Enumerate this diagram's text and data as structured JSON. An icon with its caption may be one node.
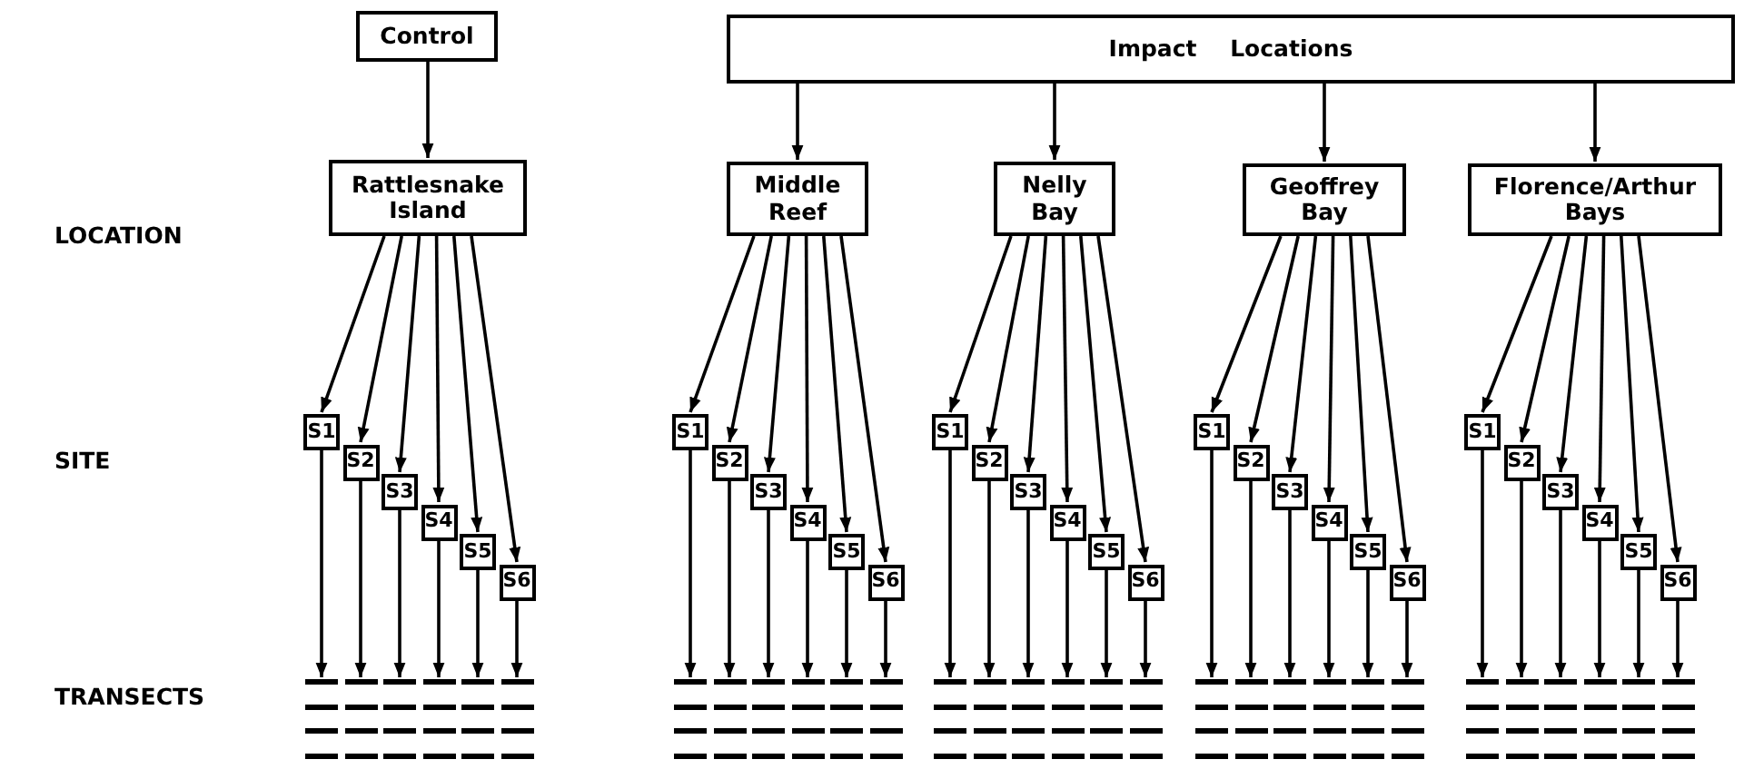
{
  "diagram": {
    "nodes": [
      {
        "text": [
          "Control"
        ]
      },
      {
        "text": [
          "Impact Locations"
        ]
      },
      {
        "text": [
          "Rattlesnake Island"
        ]
      },
      {
        "text": [
          "Middle Reef"
        ]
      },
      {
        "text": [
          "Nelly Bay"
        ]
      },
      {
        "text": [
          "Geoffrey Bay"
        ]
      },
      {
        "text": [
          "Florence/Arthur Bays"
        ]
      },
      {
        "text": [
          "S1"
        ]
      },
      {
        "text": [
          "S2"
        ]
      },
      {
        "text": [
          "S3"
        ]
      },
      {
        "text": [
          "S4"
        ]
      },
      {
        "text": [
          "S5"
        ]
      },
      {
        "text": [
          "S6"
        ]
      },
      {
        "text": [
          "S1"
        ]
      },
      {
        "text": [
          "S2"
        ]
      },
      {
        "text": [
          "S3"
        ]
      },
      {
        "text": [
          "S4"
        ]
      },
      {
        "text": [
          "S5"
        ]
      },
      {
        "text": [
          "S6"
        ]
      },
      {
        "text": [
          "S1"
        ]
      },
      {
        "text": [
          "S2"
        ]
      },
      {
        "text": [
          "S3"
        ]
      },
      {
        "text": [
          "S4"
        ]
      },
      {
        "text": [
          "S5"
        ]
      },
      {
        "text": [
          "S6"
        ]
      },
      {
        "text": [
          "S1"
        ]
      },
      {
        "text": [
          "S2"
        ]
      },
      {
        "text": [
          "S3"
        ]
      },
      {
        "text": [
          "S4"
        ]
      },
      {
        "text": [
          "S5"
        ]
      },
      {
        "text": [
          "S6"
        ]
      },
      {
        "text": [
          "S1"
        ]
      },
      {
        "text": [
          "S2"
        ]
      },
      {
        "text": [
          "S3"
        ]
      },
      {
        "text": [
          "S4"
        ]
      },
      {
        "text": [
          "S5"
        ]
      },
      {
        "text": [
          "S6"
        ]
      },
      {
        "text": [],
        "shape": "bar"
      },
      {
        "text": [],
        "shape": "bar"
      },
      {
        "text": [],
        "shape": "bar"
      },
      {
        "text": [],
        "shape": "bar"
      },
      {
        "text": [],
        "shape": "bar"
      },
      {
        "text": [],
        "shape": "bar"
      },
      {
        "text": [],
        "shape": "bar"
      },
      {
        "text": [],
        "shape": "bar"
      },
      {
        "text": [],
        "shape": "bar"
      },
      {
        "text": [],
        "shape": "bar"
      },
      {
        "text": [],
        "shape": "bar"
      },
      {
        "text": [],
        "shape": "bar"
      },
      {
        "text": [],
        "shape": "bar"
      },
      {
        "text": [],
        "shape": "bar"
      },
      {
        "text": [],
        "shape": "bar"
      },
      {
        "text": [],
        "shape": "bar"
      },
      {
        "text": [],
        "shape": "bar"
      },
      {
        "text": [],
        "shape": "bar"
      },
      {
        "text": [],
        "shape": "bar"
      },
      {
        "text": [],
        "shape": "bar"
      },
      {
        "text": [],
        "shape": "bar"
      },
      {
        "text": [],
        "shape": "bar"
      },
      {
        "text": [],
        "shape": "bar"
      },
      {
        "text": [],
        "shape": "bar"
      },
      {
        "text": [],
        "shape": "bar"
      },
      {
        "text": [],
        "shape": "bar"
      },
      {
        "text": [],
        "shape": "bar"
      },
      {
        "text": [],
        "shape": "bar"
      },
      {
        "text": [],
        "shape": "bar"
      },
      {
        "text": [],
        "shape": "bar"
      }
    ],
    "edges": [
      {
        "from": 0,
        "to": 2,
        "arrow": "to"
      },
      {
        "from": 1,
        "to": 3,
        "arrow": "to"
      },
      {
        "from": 1,
        "to": 4,
        "arrow": "to"
      },
      {
        "from": 1,
        "to": 5,
        "arrow": "to"
      },
      {
        "from": 1,
        "to": 6,
        "arrow": "to"
      },
      {
        "from": 2,
        "to": 7,
        "arrow": "to"
      },
      {
        "from": 2,
        "to": 8,
        "arrow": "to"
      },
      {
        "from": 2,
        "to": 9,
        "arrow": "to"
      },
      {
        "from": 2,
        "to": 10,
        "arrow": "to"
      },
      {
        "from": 2,
        "to": 11,
        "arrow": "to"
      },
      {
        "from": 2,
        "to": 12,
        "arrow": "to"
      },
      {
        "from": 3,
        "to": 13,
        "arrow": "to"
      },
      {
        "from": 3,
        "to": 14,
        "arrow": "to"
      },
      {
        "from": 3,
        "to": 15,
        "arrow": "to"
      },
      {
        "from": 3,
        "to": 16,
        "arrow": "to"
      },
      {
        "from": 3,
        "to": 17,
        "arrow": "to"
      },
      {
        "from": 3,
        "to": 18,
        "arrow": "to"
      },
      {
        "from": 4,
        "to": 19,
        "arrow": "to"
      },
      {
        "from": 4,
        "to": 20,
        "arrow": "to"
      },
      {
        "from": 4,
        "to": 21,
        "arrow": "to"
      },
      {
        "from": 4,
        "to": 22,
        "arrow": "to"
      },
      {
        "from": 4,
        "to": 23,
        "arrow": "to"
      },
      {
        "from": 4,
        "to": 24,
        "arrow": "to"
      },
      {
        "from": 5,
        "to": 25,
        "arrow": "to"
      },
      {
        "from": 5,
        "to": 26,
        "arrow": "to"
      },
      {
        "from": 5,
        "to": 27,
        "arrow": "to"
      },
      {
        "from": 5,
        "to": 28,
        "arrow": "to"
      },
      {
        "from": 5,
        "to": 29,
        "arrow": "to"
      },
      {
        "from": 5,
        "to": 30,
        "arrow": "to"
      },
      {
        "from": 6,
        "to": 31,
        "arrow": "to"
      },
      {
        "from": 6,
        "to": 32,
        "arrow": "to"
      },
      {
        "from": 6,
        "to": 33,
        "arrow": "to"
      },
      {
        "from": 6,
        "to": 34,
        "arrow": "to"
      },
      {
        "from": 6,
        "to": 35,
        "arrow": "to"
      },
      {
        "from": 6,
        "to": 36,
        "arrow": "to"
      },
      {
        "from": 7,
        "to": 37,
        "arrow": "to"
      },
      {
        "from": 8,
        "to": 38,
        "arrow": "to"
      },
      {
        "from": 9,
        "to": 39,
        "arrow": "to"
      },
      {
        "from": 10,
        "to": 40,
        "arrow": "to"
      },
      {
        "from": 11,
        "to": 41,
        "arrow": "to"
      },
      {
        "from": 12,
        "to": 42,
        "arrow": "to"
      },
      {
        "from": 13,
        "to": 43,
        "arrow": "to"
      },
      {
        "from": 14,
        "to": 44,
        "arrow": "to"
      },
      {
        "from": 15,
        "to": 45,
        "arrow": "to"
      },
      {
        "from": 16,
        "to": 46,
        "arrow": "to"
      },
      {
        "from": 17,
        "to": 47,
        "arrow": "to"
      },
      {
        "from": 18,
        "to": 48,
        "arrow": "to"
      },
      {
        "from": 19,
        "to": 49,
        "arrow": "to"
      },
      {
        "from": 20,
        "to": 50,
        "arrow": "to"
      },
      {
        "from": 21,
        "to": 51,
        "arrow": "to"
      },
      {
        "from": 22,
        "to": 52,
        "arrow": "to"
      },
      {
        "from": 23,
        "to": 53,
        "arrow": "to"
      },
      {
        "from": 24,
        "to": 54,
        "arrow": "to"
      },
      {
        "from": 25,
        "to": 55,
        "arrow": "to"
      },
      {
        "from": 26,
        "to": 56,
        "arrow": "to"
      },
      {
        "from": 27,
        "to": 57,
        "arrow": "to"
      },
      {
        "from": 28,
        "to": 58,
        "arrow": "to"
      },
      {
        "from": 29,
        "to": 59,
        "arrow": "to"
      },
      {
        "from": 30,
        "to": 60,
        "arrow": "to"
      },
      {
        "from": 31,
        "to": 61,
        "arrow": "to"
      },
      {
        "from": 32,
        "to": 62,
        "arrow": "to"
      },
      {
        "from": 33,
        "to": 63,
        "arrow": "to"
      },
      {
        "from": 34,
        "to": 64,
        "arrow": "to"
      },
      {
        "from": 35,
        "to": 65,
        "arrow": "to"
      },
      {
        "from": 36,
        "to": 66,
        "arrow": "to"
      }
    ],
    "labels": [
      "LOCATION",
      "SITE",
      "TRANSECTS"
    ]
  }
}
